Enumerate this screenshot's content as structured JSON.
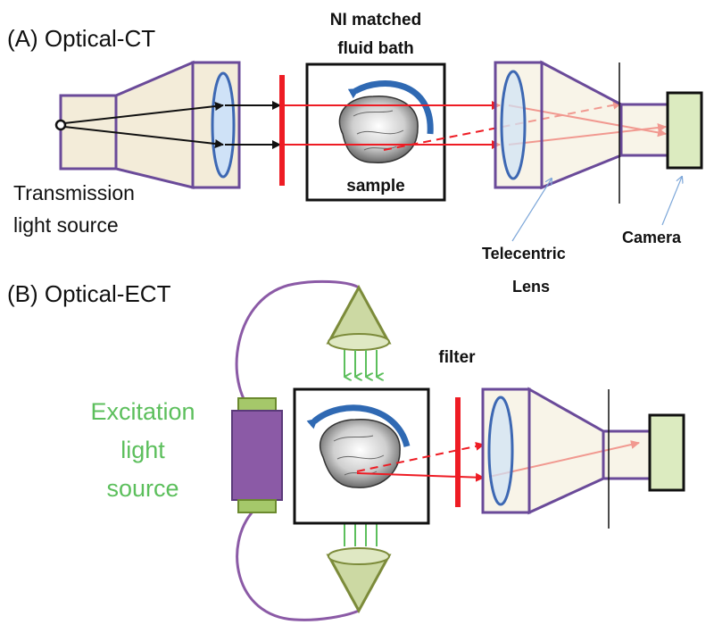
{
  "colors": {
    "frame": "#6a4a99",
    "housing": "#f3ecd9",
    "lens_fill": "#cfe2f7",
    "lens_stroke": "#3d68b3",
    "ray_red": "#ee1c24",
    "ray_black": "#111111",
    "camera_fill": "#dcebc0",
    "camera_stroke": "#111111",
    "excitation_green": "#5cbf5c",
    "source_purple": "#8b5aa6",
    "rotation_blue": "#2f69b3",
    "pointer_blue": "#7da7d9",
    "cone_fill": "#ccd9a3",
    "cone_stroke": "#7c8b3a"
  },
  "panel_a": {
    "title": "(A) Optical-CT",
    "bath_label": [
      "NI matched",
      "fluid bath"
    ],
    "sample_label": "sample",
    "source_label": [
      "Transmission",
      "light source"
    ],
    "lens_label": [
      "Telecentric",
      "Lens"
    ],
    "camera_label": "Camera"
  },
  "panel_b": {
    "title": "(B) Optical-ECT",
    "filter_label": "filter",
    "excitation_label": [
      "Excitation",
      "light",
      "source"
    ]
  },
  "icons": [
    "rotation-arrow-icon",
    "sample-icon",
    "lens-icon",
    "camera-icon",
    "point-source-icon"
  ]
}
